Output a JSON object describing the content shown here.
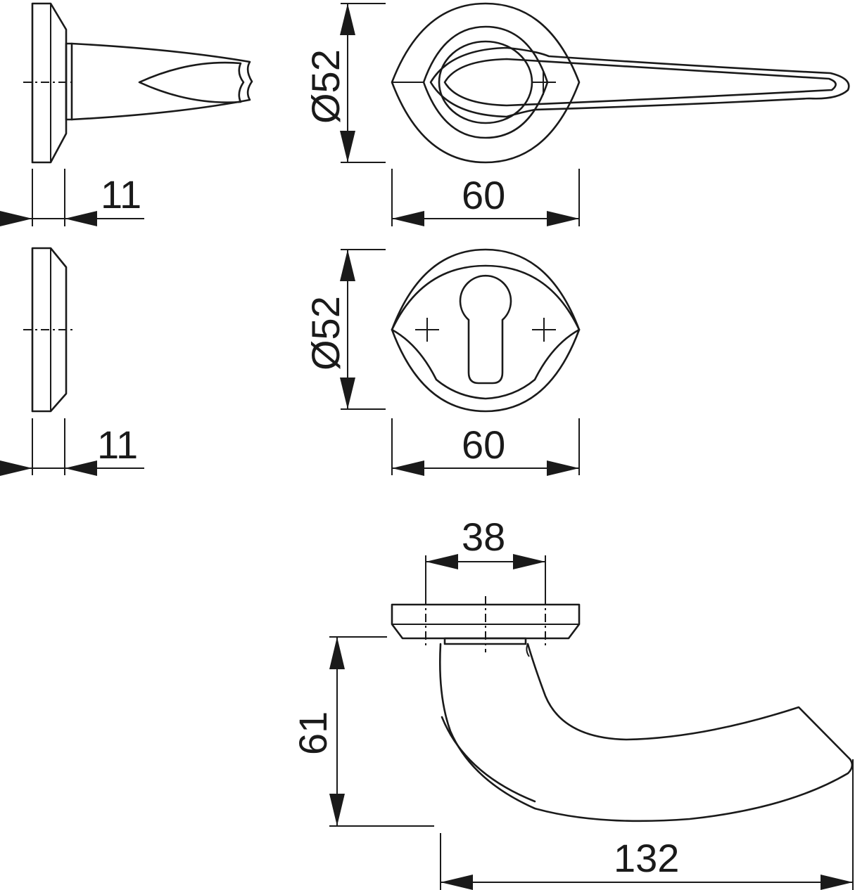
{
  "dimensions": {
    "side_top_thickness": "11",
    "side_bottom_thickness": "11",
    "rose_top_diameter": "Ø52",
    "rose_top_width": "60",
    "escutcheon_diameter": "Ø52",
    "escutcheon_width": "60",
    "spindle_spacing": "38",
    "handle_height": "61",
    "handle_length": "132"
  },
  "colors": {
    "line": "#1a1a1a",
    "background": "#ffffff"
  }
}
